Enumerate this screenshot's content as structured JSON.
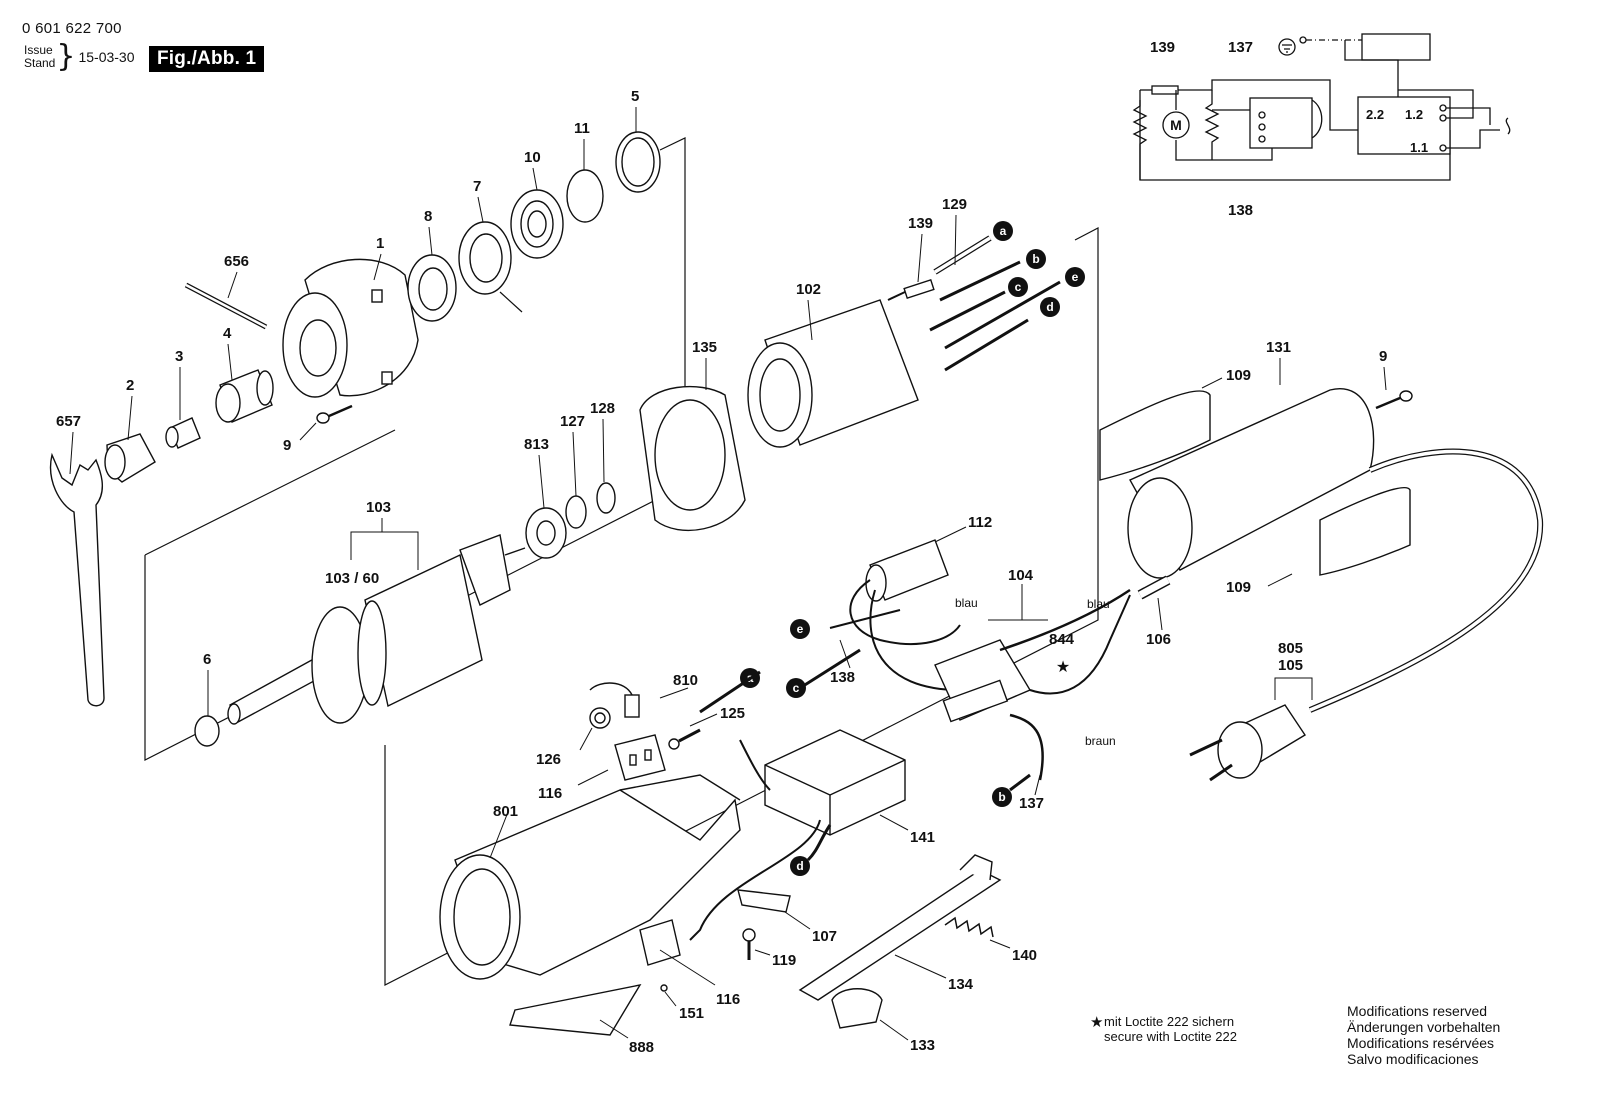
{
  "header": {
    "part_number": "0 601 622 700",
    "issue_label": "Issue",
    "stand_label": "Stand",
    "issue_date": "15-03-30",
    "figure": "Fig./Abb. 1"
  },
  "part_labels": {
    "p657": "657",
    "p2": "2",
    "p3": "3",
    "p4": "4",
    "p656": "656",
    "p1": "1",
    "p9a": "9",
    "p8": "8",
    "p7": "7",
    "p10": "10",
    "p11": "11",
    "p5": "5",
    "p103": "103",
    "p10360": "103 / 60",
    "p6": "6",
    "p813": "813",
    "p127": "127",
    "p128": "128",
    "p135": "135",
    "p102": "102",
    "p139": "139",
    "p129": "129",
    "p109a": "109",
    "p131": "131",
    "p9b": "9",
    "p109b": "109",
    "p112": "112",
    "p104": "104",
    "p844": "844",
    "p106": "106",
    "p138": "138",
    "p137": "137",
    "p805": "805",
    "p105": "105",
    "p810": "810",
    "p125": "125",
    "p126": "126",
    "p116a": "116",
    "p801": "801",
    "p141": "141",
    "p107": "107",
    "p119": "119",
    "p140": "140",
    "p116b": "116",
    "p151": "151",
    "p134": "134",
    "p888": "888",
    "p133": "133"
  },
  "connector_marks": {
    "a1": "a",
    "b1": "b",
    "c1": "c",
    "e1": "e",
    "d1": "d",
    "e2": "e",
    "c2": "c",
    "a2": "a",
    "d2": "d",
    "b2": "b"
  },
  "wire_labels": {
    "blau1": "blau",
    "blau2": "blau",
    "braun": "braun"
  },
  "schematic": {
    "label_139": "139",
    "label_137": "137",
    "label_138": "138",
    "motor": "M",
    "t22": "2.2",
    "t12": "1.2",
    "t11": "1.1"
  },
  "notes": {
    "loctite_star": "★",
    "loctite_de": "mit Loctite 222 sichern",
    "loctite_en": "secure with Loctite 222",
    "mod_en": "Modifications reserved",
    "mod_de": "Änderungen vorbehalten",
    "mod_fr": "Modifications resérvées",
    "mod_es": "Salvo modificaciones"
  }
}
